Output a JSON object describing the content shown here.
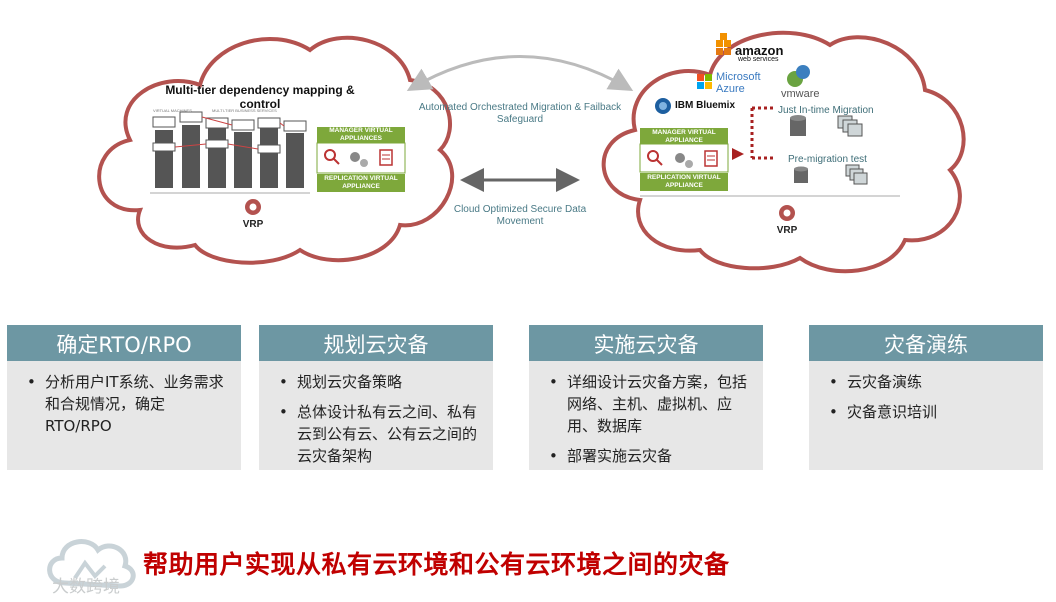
{
  "left_cloud": {
    "title": "Multi-tier dependency mapping & control",
    "vm_header": "VIRTUAL MACHINES",
    "biz_header": "MULTI-TIER BUSINESS SERVICES",
    "manager_label": "MANAGER VIRTUAL APPLIANCES",
    "replication_label": "REPLICATION VIRTUAL APPLIANCE",
    "vrp_label": "VRP"
  },
  "middle": {
    "top_label": "Automated Orchestrated Migration & Failback Safeguard",
    "bottom_label": "Cloud Optimized Secure Data Movement"
  },
  "right_cloud": {
    "vendors": [
      "amazon",
      "web services",
      "Microsoft",
      "Azure",
      "vmware",
      "IBM Bluemix"
    ],
    "manager_label": "MANAGER VIRTUAL APPLIANCE",
    "replication_label": "REPLICATION VIRTUAL APPLIANCE",
    "jit_label": "Just In-time Migration",
    "pre_label": "Pre-migration test",
    "vrp_label": "VRP"
  },
  "cards": [
    {
      "title": "确定RTO/RPO",
      "bullets": [
        "分析用户IT系统、业务需求和合规情况，确定RTO/RPO"
      ]
    },
    {
      "title": "规划云灾备",
      "bullets": [
        "规划云灾备策略",
        "总体设计私有云之间、私有云到公有云、公有云之间的云灾备架构"
      ]
    },
    {
      "title": "实施云灾备",
      "bullets": [
        "详细设计云灾备方案，包括网络、主机、虚拟机、应用、数据库",
        "部署实施云灾备"
      ]
    },
    {
      "title": "灾备演练",
      "bullets": [
        "云灾备演练",
        "灾备意识培训"
      ]
    }
  ],
  "bullet_symbol": "•",
  "slogan": "帮助用户实现从私有云环境和公有云环境之间的灾备",
  "watermark": "大数跨境",
  "colors": {
    "cloud_outline": "#b3524f",
    "card_header": "#6d97a3",
    "card_body": "#e7e7e7",
    "appliance_green": "#7ea83b",
    "slogan_red": "#c00000"
  }
}
